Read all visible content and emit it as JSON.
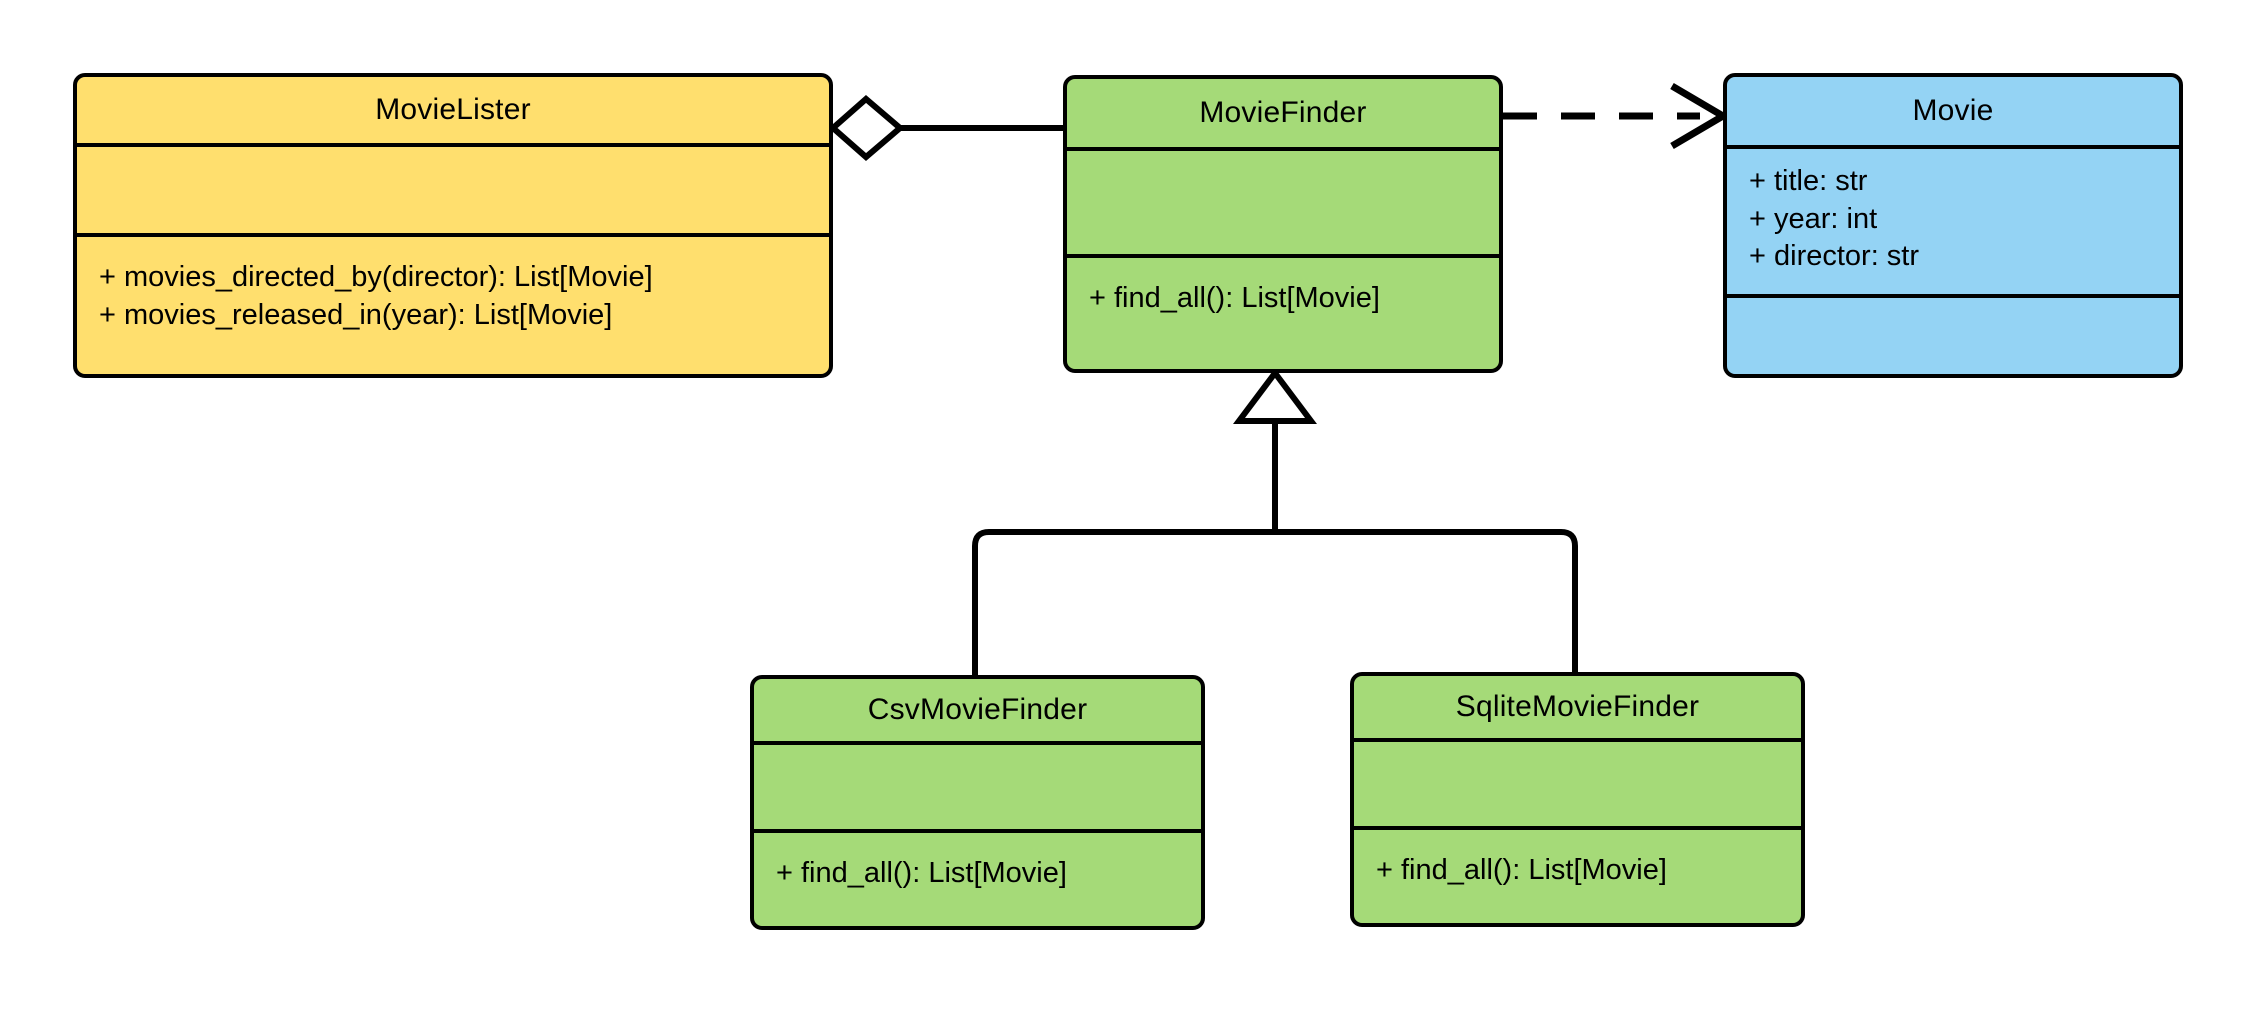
{
  "diagram": {
    "kind": "uml-class-diagram",
    "background": "#ffffff",
    "stroke": "#000000"
  },
  "colors": {
    "lister_fill": "#ffdf6e",
    "finder_fill": "#a5da78",
    "movie_fill": "#94d3f4",
    "stroke": "#000000",
    "white": "#ffffff"
  },
  "classes": {
    "movie_lister": {
      "name": "MovieLister",
      "fill": "#ffdf6e",
      "attributes": [],
      "methods": [
        "+ movies_directed_by(director): List[Movie]",
        "+ movies_released_in(year): List[Movie]"
      ]
    },
    "movie_finder": {
      "name": "MovieFinder",
      "fill": "#a5da78",
      "attributes": [],
      "methods": [
        "+ find_all(): List[Movie]"
      ]
    },
    "movie": {
      "name": "Movie",
      "fill": "#94d3f4",
      "attributes": [
        "+ title: str",
        "+ year: int",
        "+ director: str"
      ],
      "methods": []
    },
    "csv_movie_finder": {
      "name": "CsvMovieFinder",
      "fill": "#a5da78",
      "attributes": [],
      "methods": [
        "+ find_all(): List[Movie]"
      ]
    },
    "sqlite_movie_finder": {
      "name": "SqliteMovieFinder",
      "fill": "#a5da78",
      "attributes": [],
      "methods": [
        "+ find_all(): List[Movie]"
      ]
    }
  },
  "relationships": [
    {
      "id": "aggregation",
      "type": "aggregation",
      "from": "MovieLister",
      "to": "MovieFinder",
      "marker": "hollow-diamond",
      "line": "solid"
    },
    {
      "id": "dependency",
      "type": "dependency",
      "from": "MovieFinder",
      "to": "Movie",
      "marker": "open-arrow",
      "line": "dashed"
    },
    {
      "id": "inheritance-csv",
      "type": "generalization",
      "from": "CsvMovieFinder",
      "to": "MovieFinder",
      "marker": "hollow-triangle",
      "line": "solid"
    },
    {
      "id": "inheritance-sqlite",
      "type": "generalization",
      "from": "SqliteMovieFinder",
      "to": "MovieFinder",
      "marker": "hollow-triangle",
      "line": "solid"
    }
  ]
}
